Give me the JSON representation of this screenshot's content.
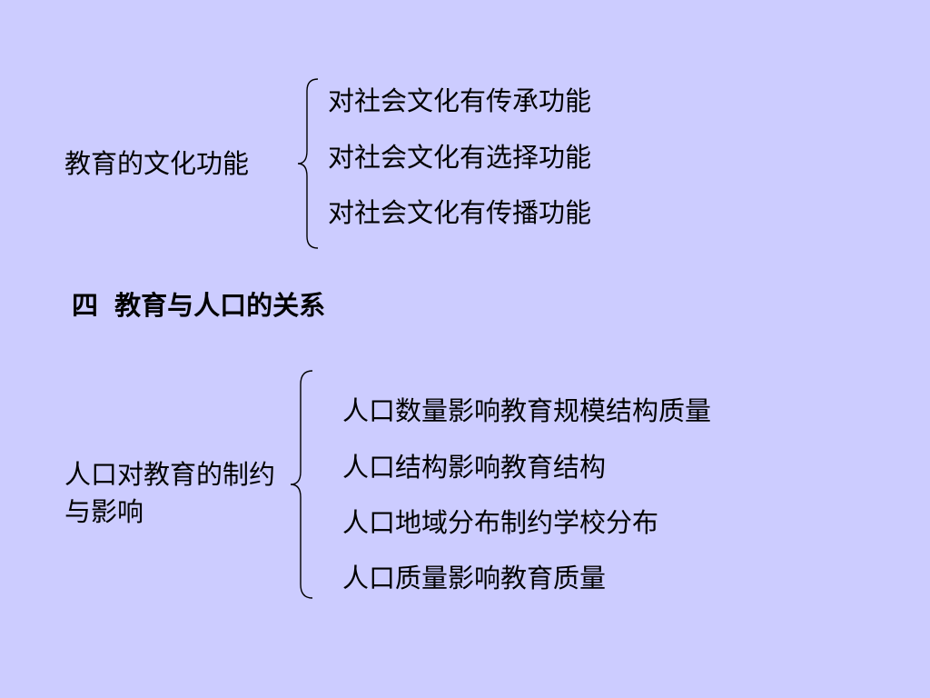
{
  "section_culture": {
    "label": "教育的文化功能",
    "items": [
      "对社会文化有传承功能",
      "对社会文化有选择功能",
      "对社会文化有传播功能"
    ]
  },
  "heading": {
    "number": "四",
    "title": "教育与人口的关系"
  },
  "section_population": {
    "label": "人口对教育的制约与影响",
    "items": [
      "人口数量影响教育规模结构质量",
      "人口结构影响教育结构",
      "人口地域分布制约学校分布",
      "人口质量影响教育质量"
    ]
  }
}
